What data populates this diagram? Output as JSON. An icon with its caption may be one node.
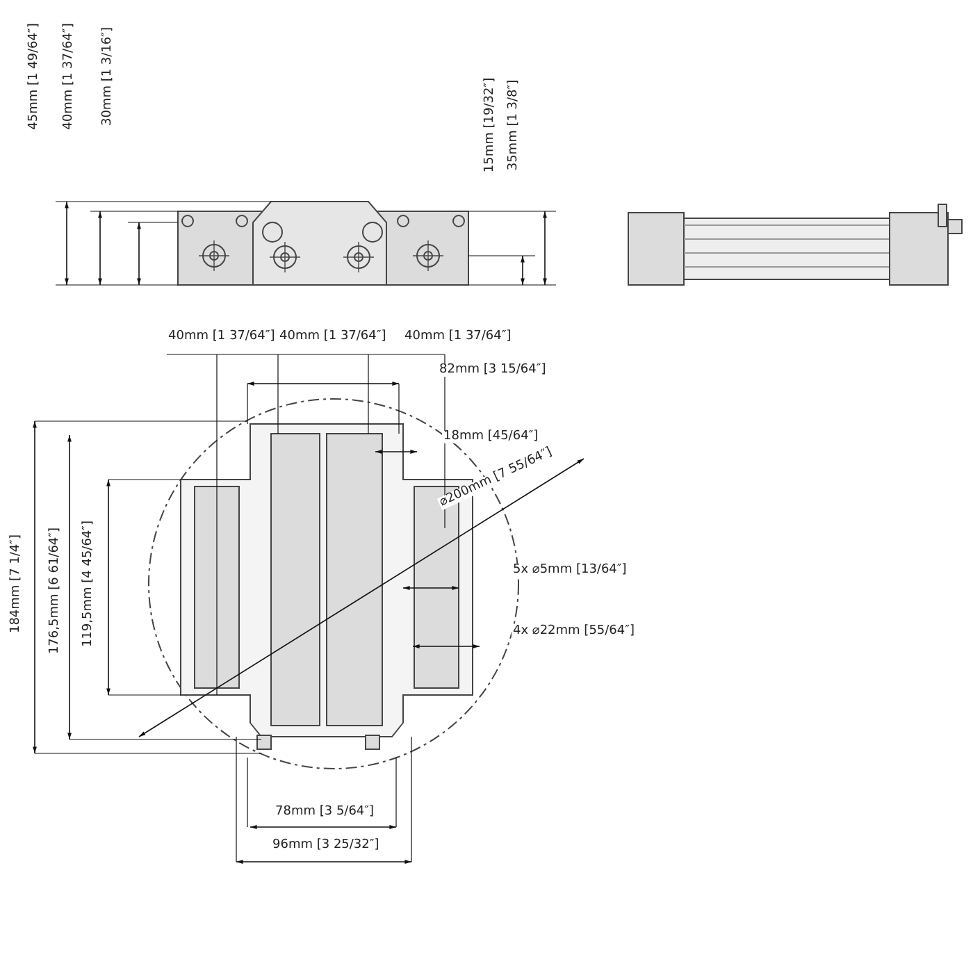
{
  "diagram": {
    "labels": [
      "45mm [1 49/64″]",
      "40mm [1 37/64″]",
      "30mm [1 3/16″]",
      "15mm [19/32″]",
      "35mm [1 3/8″]",
      "40mm [1 37/64″]",
      "40mm [1 37/64″]",
      "40mm [1 37/64″]",
      "82mm [3 15/64″]",
      "18mm [45/64″]",
      "⌀200mm [7 55/64″]",
      "5x ⌀5mm [13/64″]",
      "4x ⌀22mm [55/64″]",
      "184mm [7 1/4″]",
      "176,5mm [6 61/64″]",
      "119,5mm [4 45/64″]",
      "78mm [3 5/64″]",
      "96mm [3 25/32″]"
    ]
  }
}
